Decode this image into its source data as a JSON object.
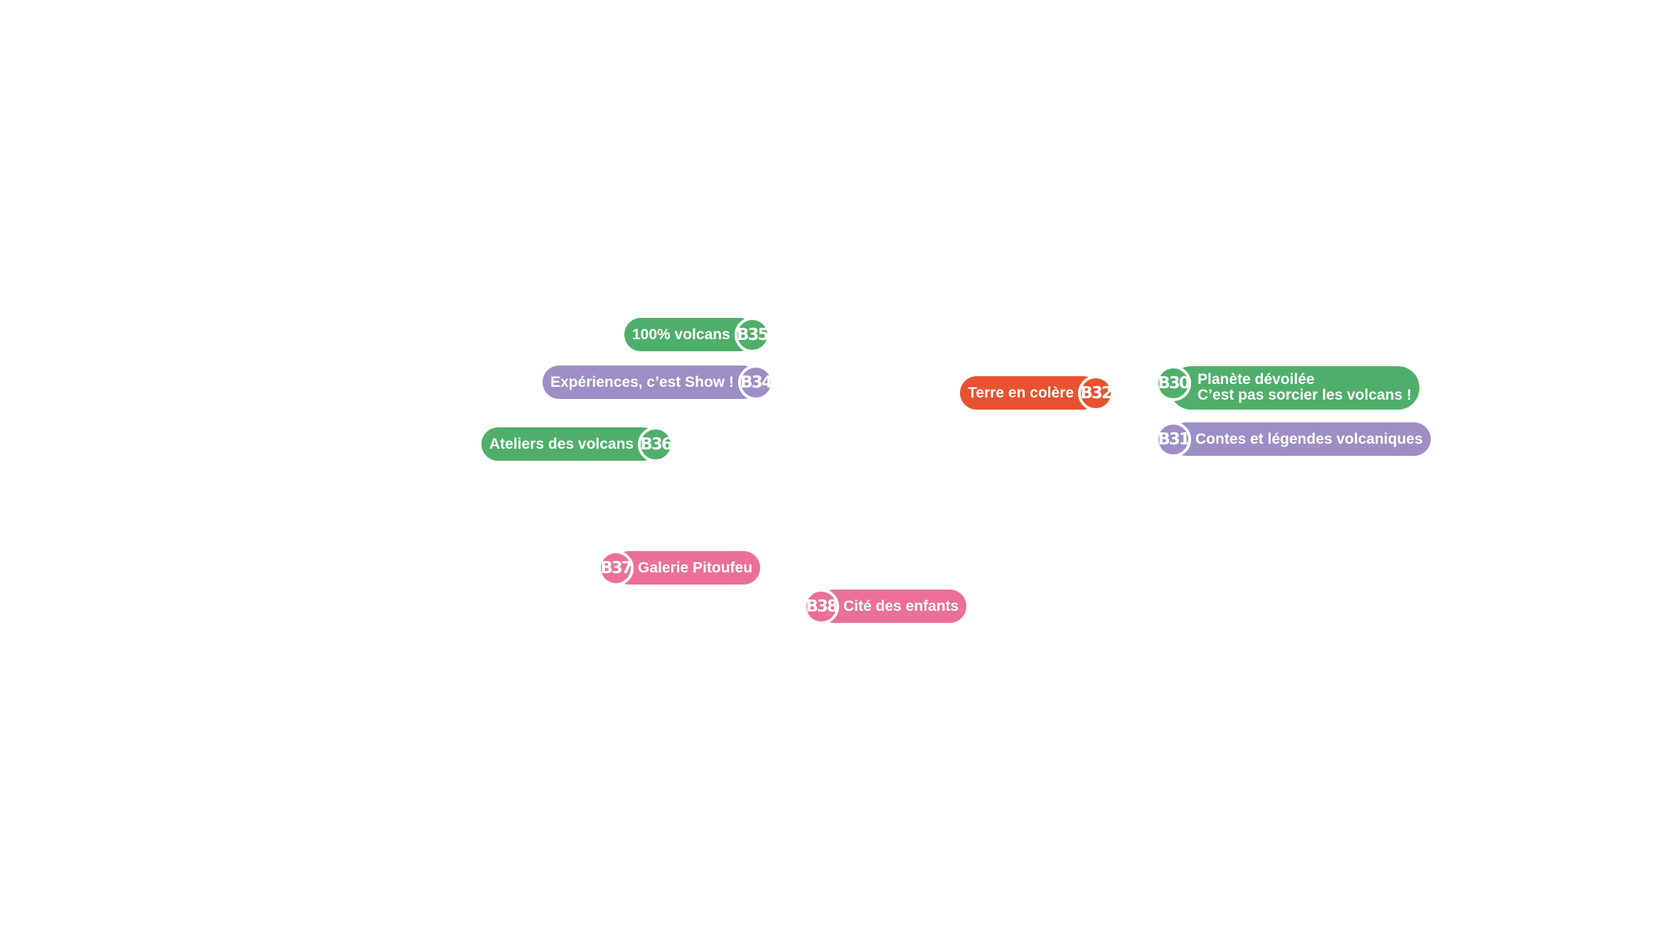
{
  "colors": {
    "green": "#4faf6a",
    "purple": "#9b8fc6",
    "red": "#e8522f",
    "pink": "#ec6f9a"
  },
  "labels": [
    {
      "id": "b35",
      "code": "B35",
      "text": "100% volcans",
      "color": "green"
    },
    {
      "id": "b34",
      "code": "B34",
      "text": "Expériences, c’est Show !",
      "color": "purple"
    },
    {
      "id": "b36",
      "code": "B36",
      "text": "Ateliers des volcans",
      "color": "green"
    },
    {
      "id": "b32",
      "code": "B32",
      "text": "Terre en colère",
      "color": "red"
    },
    {
      "id": "b30",
      "code": "B30",
      "line1": "Planète dévoilée",
      "line2": "C’est pas sorcier les volcans !",
      "color": "green"
    },
    {
      "id": "b31",
      "code": "B31",
      "text": "Contes et légendes volcaniques",
      "color": "purple"
    },
    {
      "id": "b37",
      "code": "B37",
      "text": "Galerie Pitoufeu",
      "color": "pink"
    },
    {
      "id": "b38",
      "code": "B38",
      "text": "Cité des enfants",
      "color": "pink"
    }
  ]
}
